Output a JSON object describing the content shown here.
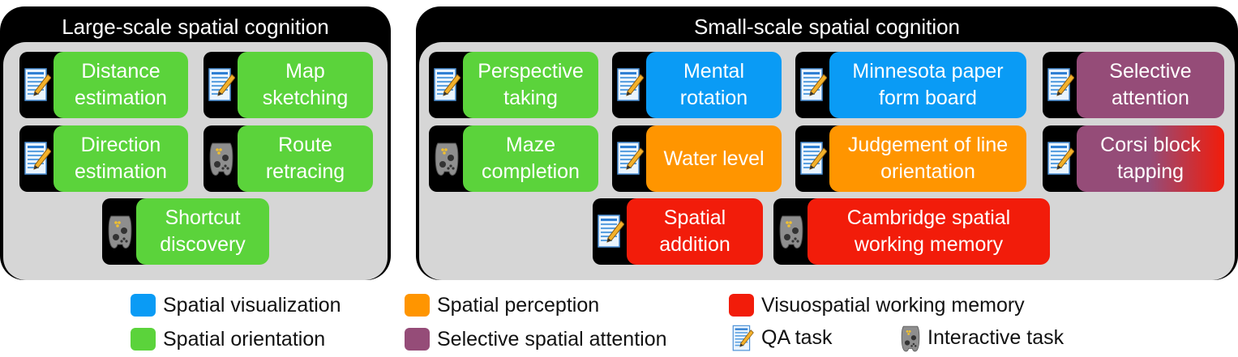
{
  "colors": {
    "spatial_visualization": "#0a9bf5",
    "spatial_perception": "#ff9500",
    "visuospatial_working_memory": "#f21c0a",
    "spatial_orientation": "#5bd33b",
    "selective_spatial_attention": "#954c78"
  },
  "large_scale": {
    "title": "Large-scale spatial cognition",
    "tasks": [
      {
        "label": "Distance\nestimation",
        "kind": "qa",
        "category": "spatial_orientation"
      },
      {
        "label": "Map\nsketching",
        "kind": "qa",
        "category": "spatial_orientation"
      },
      {
        "label": "Direction\nestimation",
        "kind": "qa",
        "category": "spatial_orientation"
      },
      {
        "label": "Route\nretracing",
        "kind": "interactive",
        "category": "spatial_orientation"
      },
      {
        "label": "Shortcut\ndiscovery",
        "kind": "interactive",
        "category": "spatial_orientation"
      }
    ]
  },
  "small_scale": {
    "title": "Small-scale spatial cognition",
    "tasks": [
      {
        "label": "Perspective\ntaking",
        "kind": "qa",
        "category": "spatial_orientation"
      },
      {
        "label": "Mental\nrotation",
        "kind": "qa",
        "category": "spatial_visualization"
      },
      {
        "label": "Minnesota paper\nform board",
        "kind": "qa",
        "category": "spatial_visualization"
      },
      {
        "label": "Selective\nattention",
        "kind": "qa",
        "category": "selective_spatial_attention"
      },
      {
        "label": "Maze\ncompletion",
        "kind": "interactive",
        "category": "spatial_orientation"
      },
      {
        "label": "Water level",
        "kind": "qa",
        "category": "spatial_perception"
      },
      {
        "label": "Judgement of line\norientation",
        "kind": "qa",
        "category": "spatial_perception"
      },
      {
        "label": "Corsi block\ntapping",
        "kind": "qa",
        "category": "selective_spatial_attention",
        "category2": "visuospatial_working_memory"
      },
      {
        "label": "Spatial\naddition",
        "kind": "qa",
        "category": "visuospatial_working_memory"
      },
      {
        "label": "Cambridge spatial\nworking memory",
        "kind": "interactive",
        "category": "visuospatial_working_memory"
      }
    ]
  },
  "legend": {
    "spatial_visualization": "Spatial visualization",
    "spatial_perception": "Spatial perception",
    "visuospatial_working_memory": "Visuospatial working memory",
    "spatial_orientation": "Spatial orientation",
    "selective_spatial_attention": "Selective spatial attention",
    "qa_task": "QA task",
    "interactive_task": "Interactive task"
  }
}
